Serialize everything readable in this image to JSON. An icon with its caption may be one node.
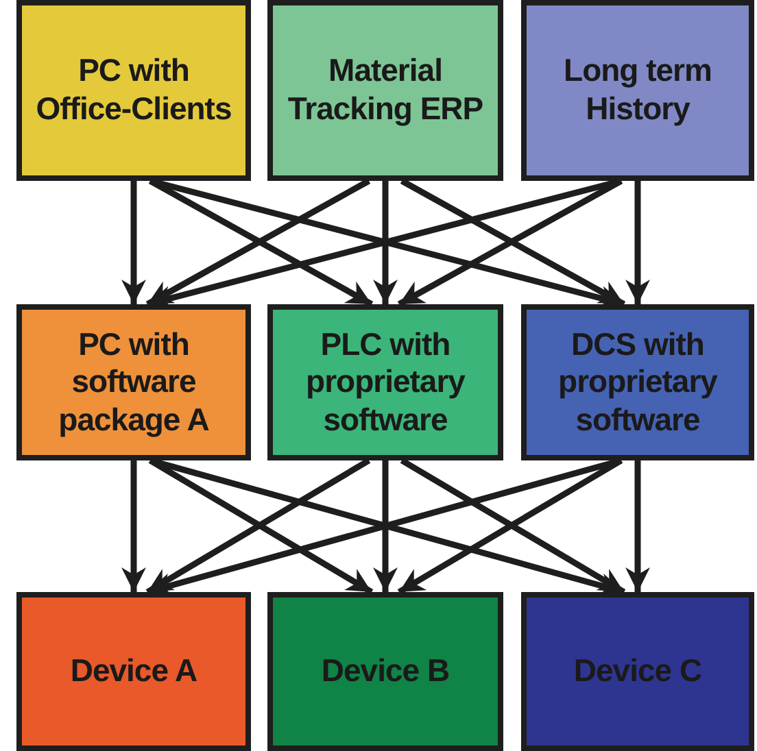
{
  "diagram": {
    "nodes": [
      {
        "text": [
          "PC with Office-Clients"
        ]
      },
      {
        "text": [
          "Material Tracking ERP"
        ]
      },
      {
        "text": [
          "Long term History"
        ]
      },
      {
        "text": [
          "PC with software package A"
        ]
      },
      {
        "text": [
          "PLC with proprietary software"
        ]
      },
      {
        "text": [
          "DCS with proprietary software"
        ]
      },
      {
        "text": [
          "Device A"
        ]
      },
      {
        "text": [
          "Device B"
        ]
      },
      {
        "text": [
          "Device C"
        ]
      }
    ],
    "edges": [
      {
        "from": 0,
        "to": 3,
        "arrow": "to"
      },
      {
        "from": 0,
        "to": 4,
        "arrow": "to"
      },
      {
        "from": 0,
        "to": 5,
        "arrow": "to"
      },
      {
        "from": 1,
        "to": 3,
        "arrow": "to"
      },
      {
        "from": 1,
        "to": 4,
        "arrow": "to"
      },
      {
        "from": 1,
        "to": 5,
        "arrow": "to"
      },
      {
        "from": 2,
        "to": 3,
        "arrow": "to"
      },
      {
        "from": 2,
        "to": 4,
        "arrow": "to"
      },
      {
        "from": 2,
        "to": 5,
        "arrow": "to"
      },
      {
        "from": 3,
        "to": 6,
        "arrow": "to"
      },
      {
        "from": 3,
        "to": 7,
        "arrow": "to"
      },
      {
        "from": 3,
        "to": 8,
        "arrow": "to"
      },
      {
        "from": 4,
        "to": 6,
        "arrow": "to"
      },
      {
        "from": 4,
        "to": 7,
        "arrow": "to"
      },
      {
        "from": 4,
        "to": 8,
        "arrow": "to"
      },
      {
        "from": 5,
        "to": 6,
        "arrow": "to"
      },
      {
        "from": 5,
        "to": 7,
        "arrow": "to"
      },
      {
        "from": 5,
        "to": 8,
        "arrow": "to"
      }
    ]
  }
}
